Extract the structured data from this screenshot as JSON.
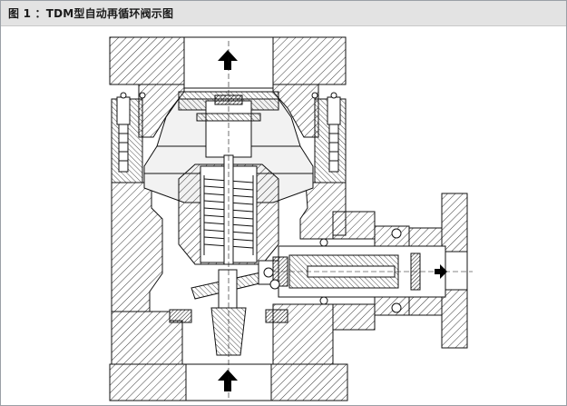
{
  "figure": {
    "caption": "图 1 ：TDM型自动再循环阀示图"
  },
  "colors": {
    "header_background": "#e3e3e3",
    "line": "#111111",
    "hatch": "#222222",
    "arrow": "#000000",
    "background": "#ffffff"
  },
  "diagram": {
    "subject": "automatic recirculation valve cross-section",
    "parts": [
      "top-outlet-flange",
      "body-upper",
      "bonnet-bolts",
      "check-disc",
      "spring",
      "lever-mechanism",
      "bypass-bushing",
      "bypass-outlet-flange",
      "bottom-inlet-flange"
    ],
    "flow_arrows": [
      "up",
      "up",
      "right"
    ]
  }
}
